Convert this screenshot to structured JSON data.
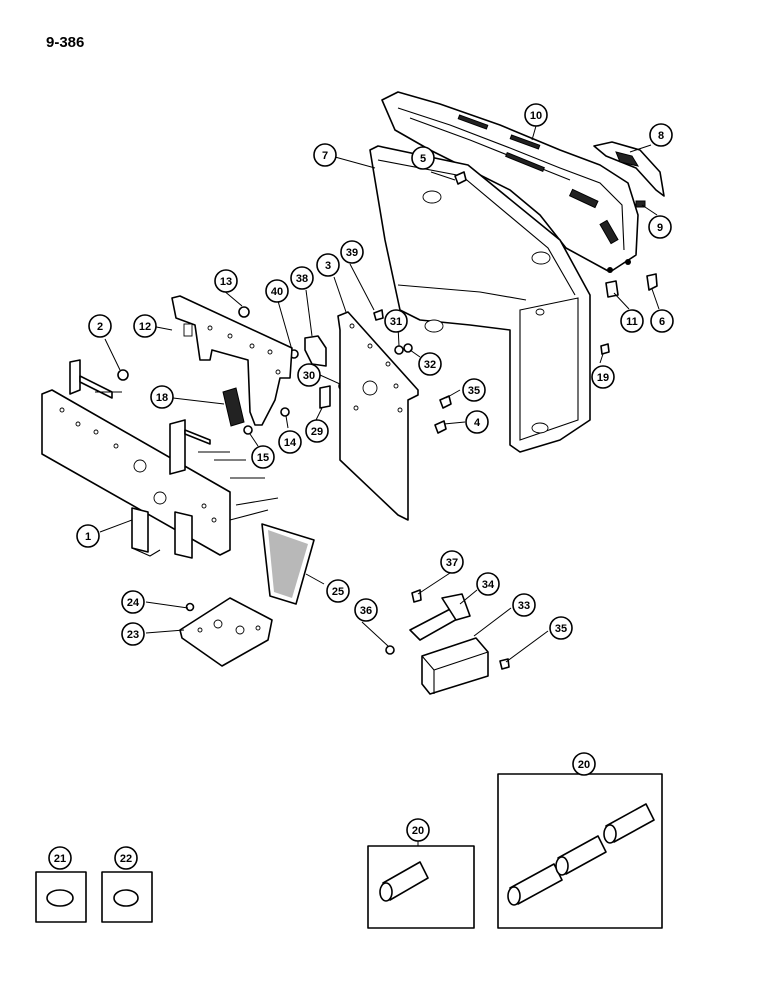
{
  "page_number": "9-386",
  "callouts": {
    "c1": "1",
    "c2": "2",
    "c3": "3",
    "c4": "4",
    "c5": "5",
    "c6": "6",
    "c7": "7",
    "c8": "8",
    "c9": "9",
    "c10": "10",
    "c11": "11",
    "c12": "12",
    "c13": "13",
    "c14": "14",
    "c15": "15",
    "c18": "18",
    "c19": "19",
    "c20a": "20",
    "c20b": "20",
    "c21": "21",
    "c22": "22",
    "c23": "23",
    "c24": "24",
    "c25": "25",
    "c29": "29",
    "c30": "30",
    "c31": "31",
    "c32": "32",
    "c33": "33",
    "c34": "34",
    "c35a": "35",
    "c35b": "35",
    "c36": "36",
    "c37": "37",
    "c38": "38",
    "c39": "39",
    "c40": "40"
  }
}
